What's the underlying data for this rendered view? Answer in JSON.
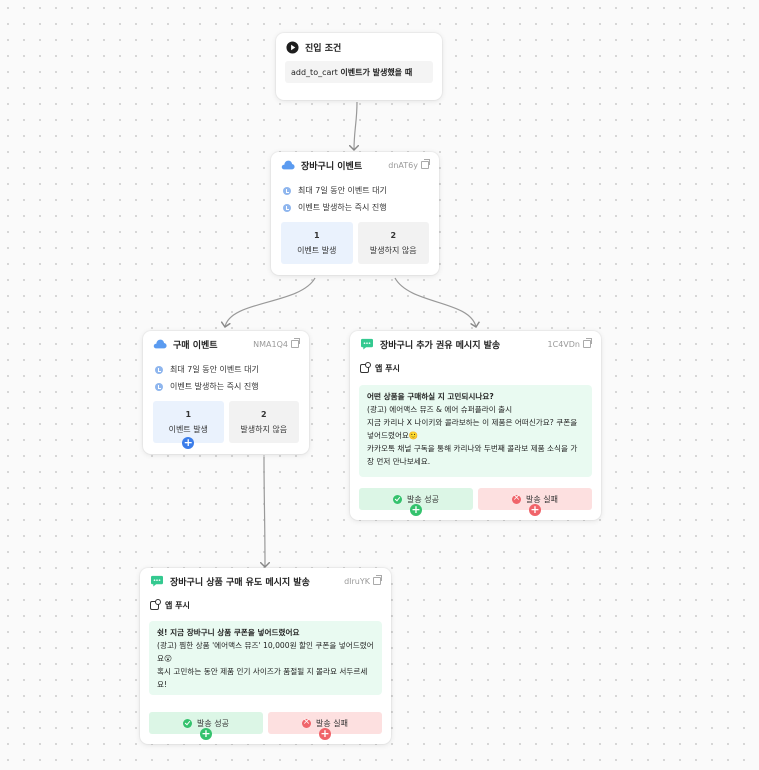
{
  "entry": {
    "title": "진입 조건",
    "event_name": "add_to_cart",
    "condition_text": "이벤트가 발생했을 때"
  },
  "cart_event": {
    "title": "장바구니 이벤트",
    "id": "dnAT6y",
    "wait_text": "최대 7일 동안 이벤트 대기",
    "proceed_text": "이벤트 발생하는 즉시 진행",
    "branches": [
      {
        "num": "1",
        "label": "이벤트 발생"
      },
      {
        "num": "2",
        "label": "발생하지 않음"
      }
    ]
  },
  "purchase_event": {
    "title": "구매 이벤트",
    "id": "NMA1Q4",
    "wait_text": "최대 7일 동안 이벤트 대기",
    "proceed_text": "이벤트 발생하는 즉시 진행",
    "branches": [
      {
        "num": "1",
        "label": "이벤트 발생"
      },
      {
        "num": "2",
        "label": "발생하지 않음"
      }
    ]
  },
  "recommend_msg": {
    "title": "장바구니 추가 권유 메시지 발송",
    "id": "1C4VDn",
    "channel": "앱 푸시",
    "msg_title": "어떤 상품을 구매하실 지 고민되시나요?",
    "msg_lines": [
      "(광고) 에어맥스 뮤즈 & 에어 슈퍼플라이 출시",
      "지금 카리나 X 나이키와 콜라보하는 이 제품은 어떠신가요? 쿠폰을 넣어드렸어요🙂",
      "카카오톡 채널 구독을 통해 카리나와 두번째 콜라보 제품 소식을 가장 먼저 만나보세요."
    ],
    "success_label": "발송 성공",
    "fail_label": "발송 실패"
  },
  "purchase_msg": {
    "title": "장바구니 상품 구매 유도 메시지 발송",
    "id": "dIruYK",
    "channel": "앱 푸시",
    "msg_title": "쉿! 지금 장바구니 상품 쿠폰을 넣어드렸어요",
    "msg_lines": [
      "(광고) 찜한 상품 '에어맥스 뮤즈' 10,000원 할인 쿠폰을 넣어드렸어요😮",
      "혹시 고민하는 동안 제품 인기 사이즈가 품절될 지 몰라요 서두르세요!"
    ],
    "success_label": "발송 성공",
    "fail_label": "발송 실패"
  },
  "colors": {
    "accent_blue": "#3b7dea",
    "success_green": "#34c26d",
    "fail_red": "#f0646a",
    "message_bg": "#e9faf1"
  }
}
